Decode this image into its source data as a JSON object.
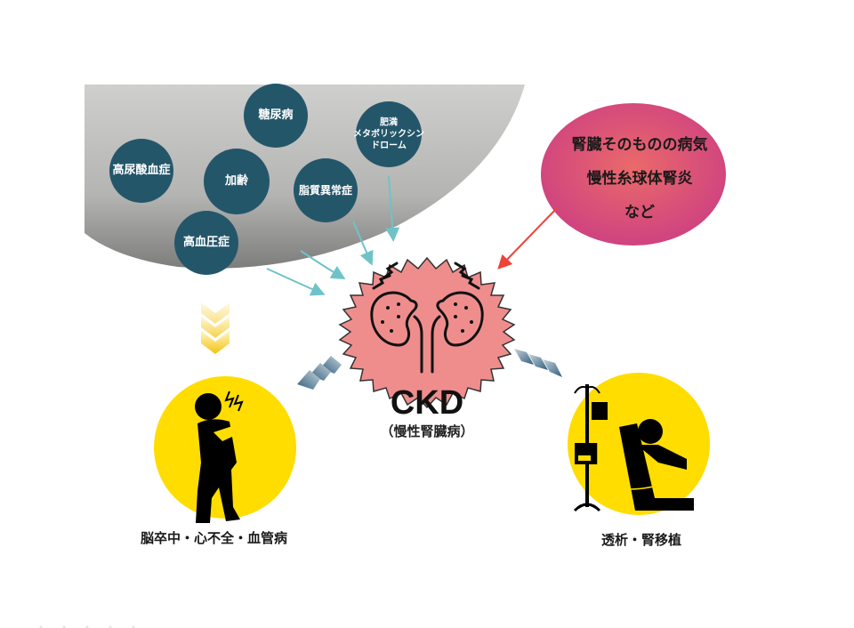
{
  "diagram": {
    "risk_factors": [
      {
        "id": "diabetes",
        "label": "糖尿病"
      },
      {
        "id": "obesity",
        "label_lines": [
          "肥満",
          "メタボリックシン",
          "ドローム"
        ]
      },
      {
        "id": "hyperuricemia",
        "label": "高尿酸血症"
      },
      {
        "id": "aging",
        "label": "加齢"
      },
      {
        "id": "dyslipidemia",
        "label": "脂質異常症"
      },
      {
        "id": "hypertension",
        "label": "高血圧症"
      }
    ],
    "kidney_disease": {
      "lines": [
        "腎臓そのものの病気",
        "慢性糸球体腎炎",
        "など"
      ]
    },
    "center": {
      "title": "CKD",
      "subtitle": "（慢性腎臓病）"
    },
    "outcomes": {
      "cardiovascular": "脳卒中・心不全・血管病",
      "dialysis": "透析・腎移植"
    },
    "colors": {
      "risk_bubble": "#24566a",
      "arrow_teal": "#6fc3c8",
      "arrow_red": "#f0413a",
      "ckd_fill": "#ef8d8d",
      "outcome_circle": "#ffdd00",
      "chevron_blue": "#3f6f8e",
      "chevron_yellow": "#f4c20d",
      "pink_start": "#e85b6a",
      "pink_end": "#c8367e"
    }
  }
}
